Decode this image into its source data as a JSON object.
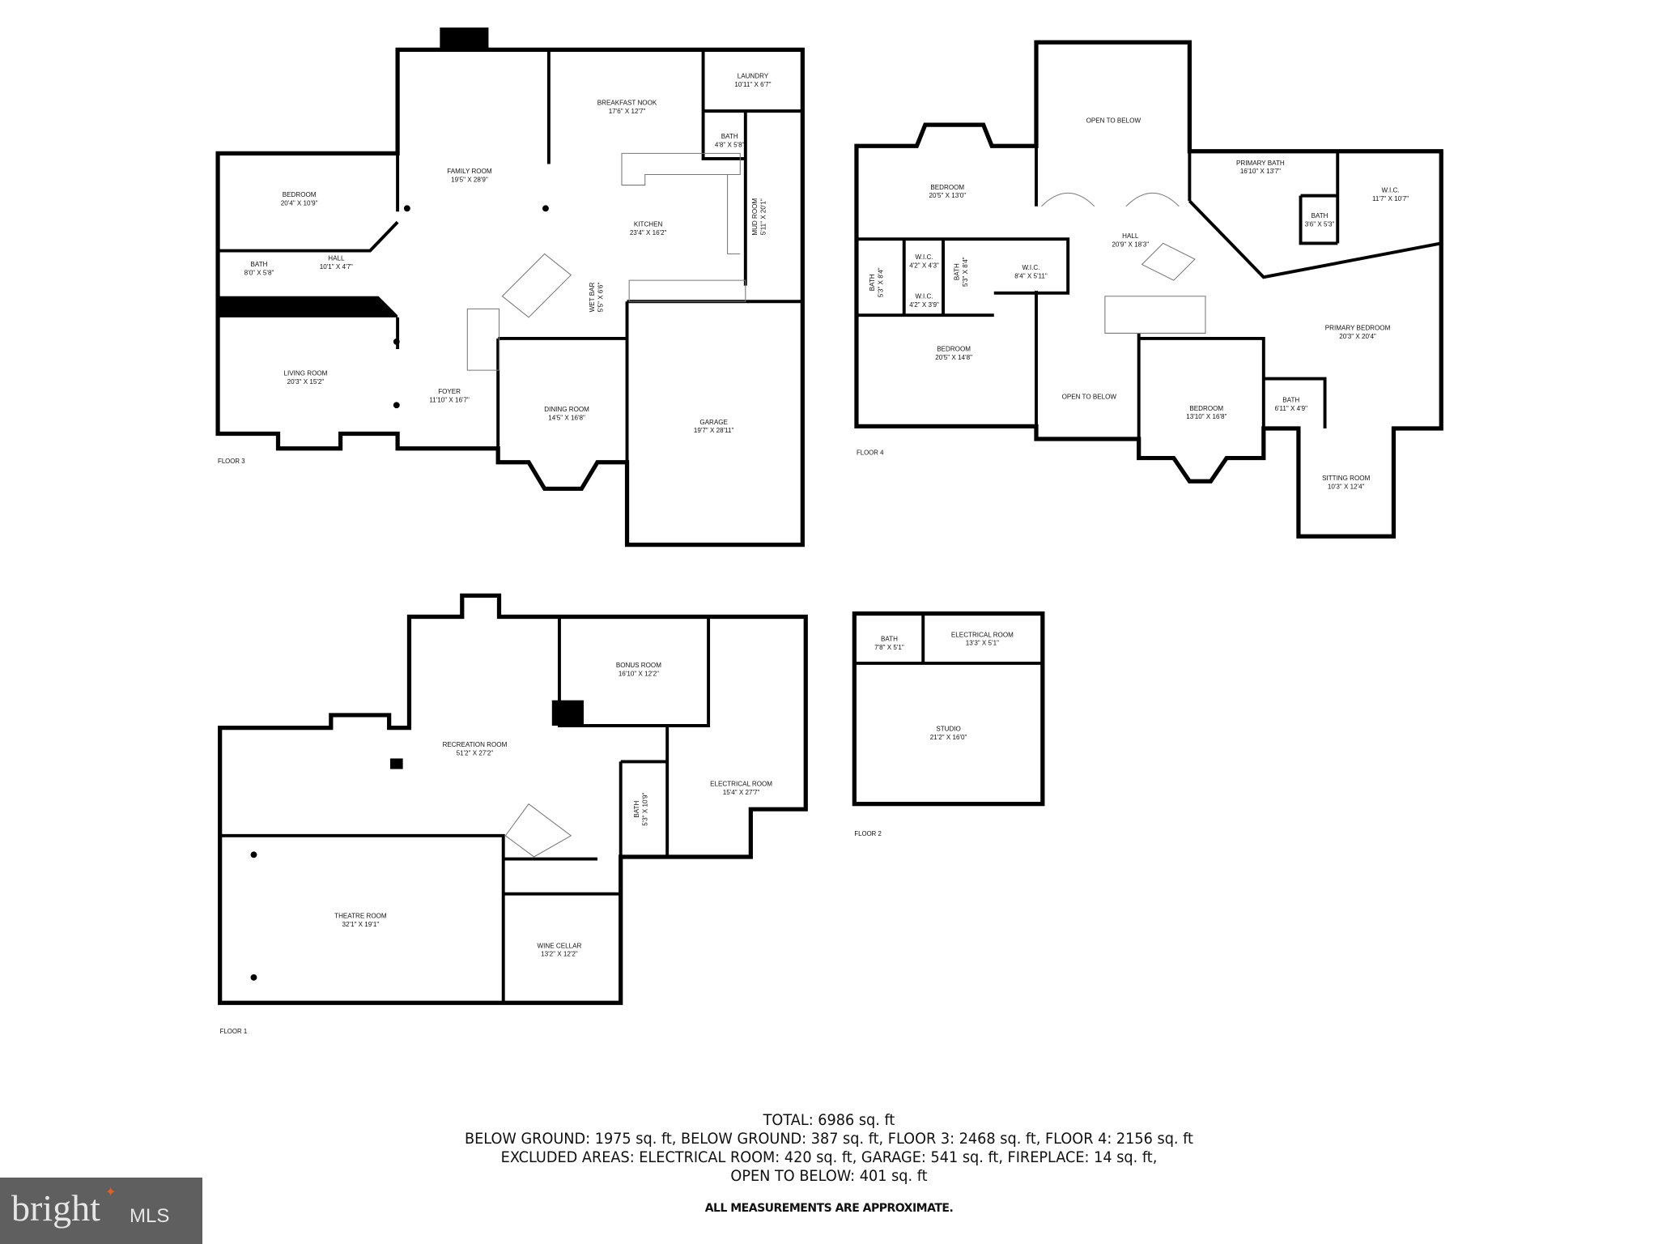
{
  "floor3": {
    "label": "FLOOR 3",
    "rooms": [
      {
        "name": "BREAKFAST NOOK",
        "dims": "17'6\" X 12'7\""
      },
      {
        "name": "LAUNDRY",
        "dims": "10'11\" X 6'7\""
      },
      {
        "name": "BATH",
        "dims": "4'8\" X 5'8\""
      },
      {
        "name": "FAMILY ROOM",
        "dims": "19'5\" X 28'9\""
      },
      {
        "name": "BEDROOM",
        "dims": "20'4\" X 10'9\""
      },
      {
        "name": "KITCHEN",
        "dims": "23'4\" X 16'2\""
      },
      {
        "name": "MUD ROOM",
        "dims": "5'11\" X 20'1\""
      },
      {
        "name": "BATH",
        "dims": "8'0\" X 5'8\""
      },
      {
        "name": "HALL",
        "dims": "10'1\" X 4'7\""
      },
      {
        "name": "WET BAR",
        "dims": "5'5\" X 6'6\""
      },
      {
        "name": "LIVING ROOM",
        "dims": "20'3\" X 15'2\""
      },
      {
        "name": "FOYER",
        "dims": "11'10\" X 16'7\""
      },
      {
        "name": "DINING ROOM",
        "dims": "14'5\" X 16'8\""
      },
      {
        "name": "GARAGE",
        "dims": "19'7\" X 28'11\""
      }
    ]
  },
  "floor4": {
    "label": "FLOOR 4",
    "rooms": [
      {
        "name": "OPEN TO BELOW",
        "dims": ""
      },
      {
        "name": "BEDROOM",
        "dims": "20'5\" X 13'0\""
      },
      {
        "name": "PRIMARY BATH",
        "dims": "16'10\" X 13'7\""
      },
      {
        "name": "W.I.C.",
        "dims": "11'7\" X 10'7\""
      },
      {
        "name": "BATH",
        "dims": "3'6\" X 5'3\""
      },
      {
        "name": "HALL",
        "dims": "20'9\" X 18'3\""
      },
      {
        "name": "W.I.C.",
        "dims": "4'2\" X 4'3\""
      },
      {
        "name": "W.I.C.",
        "dims": "4'2\" X 3'9\""
      },
      {
        "name": "BATH",
        "dims": "5'3\" X 8'4\""
      },
      {
        "name": "BATH",
        "dims": "5'3\" X 8'4\""
      },
      {
        "name": "W.I.C.",
        "dims": "8'4\" X 5'11\""
      },
      {
        "name": "BEDROOM",
        "dims": "20'5\" X 14'8\""
      },
      {
        "name": "PRIMARY BEDROOM",
        "dims": "20'3\" X 20'4\""
      },
      {
        "name": "OPEN TO BELOW",
        "dims": ""
      },
      {
        "name": "BEDROOM",
        "dims": "13'10\" X 16'8\""
      },
      {
        "name": "BATH",
        "dims": "6'11\" X 4'9\""
      },
      {
        "name": "SITTING ROOM",
        "dims": "10'3\" X 12'4\""
      }
    ]
  },
  "floor1": {
    "label": "FLOOR 1",
    "rooms": [
      {
        "name": "BONUS ROOM",
        "dims": "16'10\" X 12'2\""
      },
      {
        "name": "RECREATION ROOM",
        "dims": "51'2\" X 27'2\""
      },
      {
        "name": "ELECTRICAL ROOM",
        "dims": "15'4\" X 27'7\""
      },
      {
        "name": "BATH",
        "dims": "5'3\" X 10'9\""
      },
      {
        "name": "THEATRE ROOM",
        "dims": "32'1\" X 19'1\""
      },
      {
        "name": "WINE CELLAR",
        "dims": "13'2\" X 12'2\""
      }
    ]
  },
  "floor2": {
    "label": "FLOOR 2",
    "rooms": [
      {
        "name": "BATH",
        "dims": "7'8\" X 5'1\""
      },
      {
        "name": "ELECTRICAL ROOM",
        "dims": "13'3\" X 5'1\""
      },
      {
        "name": "STUDIO",
        "dims": "21'2\" X 16'0\""
      }
    ]
  },
  "summary": {
    "total": "TOTAL: 6986 sq. ft",
    "line2": "BELOW GROUND: 1975 sq. ft, BELOW GROUND: 387 sq. ft, FLOOR 3: 2468 sq. ft, FLOOR 4: 2156 sq. ft",
    "line3": "EXCLUDED AREAS: ELECTRICAL ROOM: 420 sq. ft, GARAGE: 541 sq. ft, FIREPLACE: 14 sq. ft,",
    "line4": "OPEN TO BELOW: 401 sq. ft",
    "note": "ALL MEASUREMENTS ARE APPROXIMATE."
  },
  "logo": {
    "text": "bright",
    "suffix": "MLS",
    "accent": "#e0622a",
    "background": "#5f5f5f"
  }
}
